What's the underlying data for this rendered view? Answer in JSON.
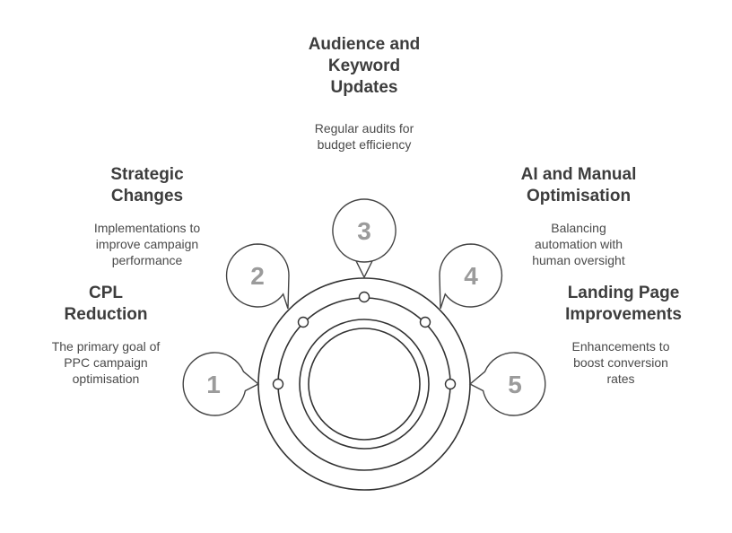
{
  "stages": [
    {
      "number": "1",
      "title": "CPL\nReduction",
      "description": "The primary goal of\nPPC campaign\noptimisation"
    },
    {
      "number": "2",
      "title": "Strategic\nChanges",
      "description": "Implementations to\nimprove campaign\nperformance"
    },
    {
      "number": "3",
      "title": "Audience and\nKeyword\nUpdates",
      "description": "Regular audits for\nbudget efficiency"
    },
    {
      "number": "4",
      "title": "AI and Manual\nOptimisation",
      "description": "Balancing\nautomation with\nhuman oversight"
    },
    {
      "number": "5",
      "title": "Landing Page\nImprovements",
      "description": "Enhancements to\nboost conversion\nrates"
    }
  ]
}
